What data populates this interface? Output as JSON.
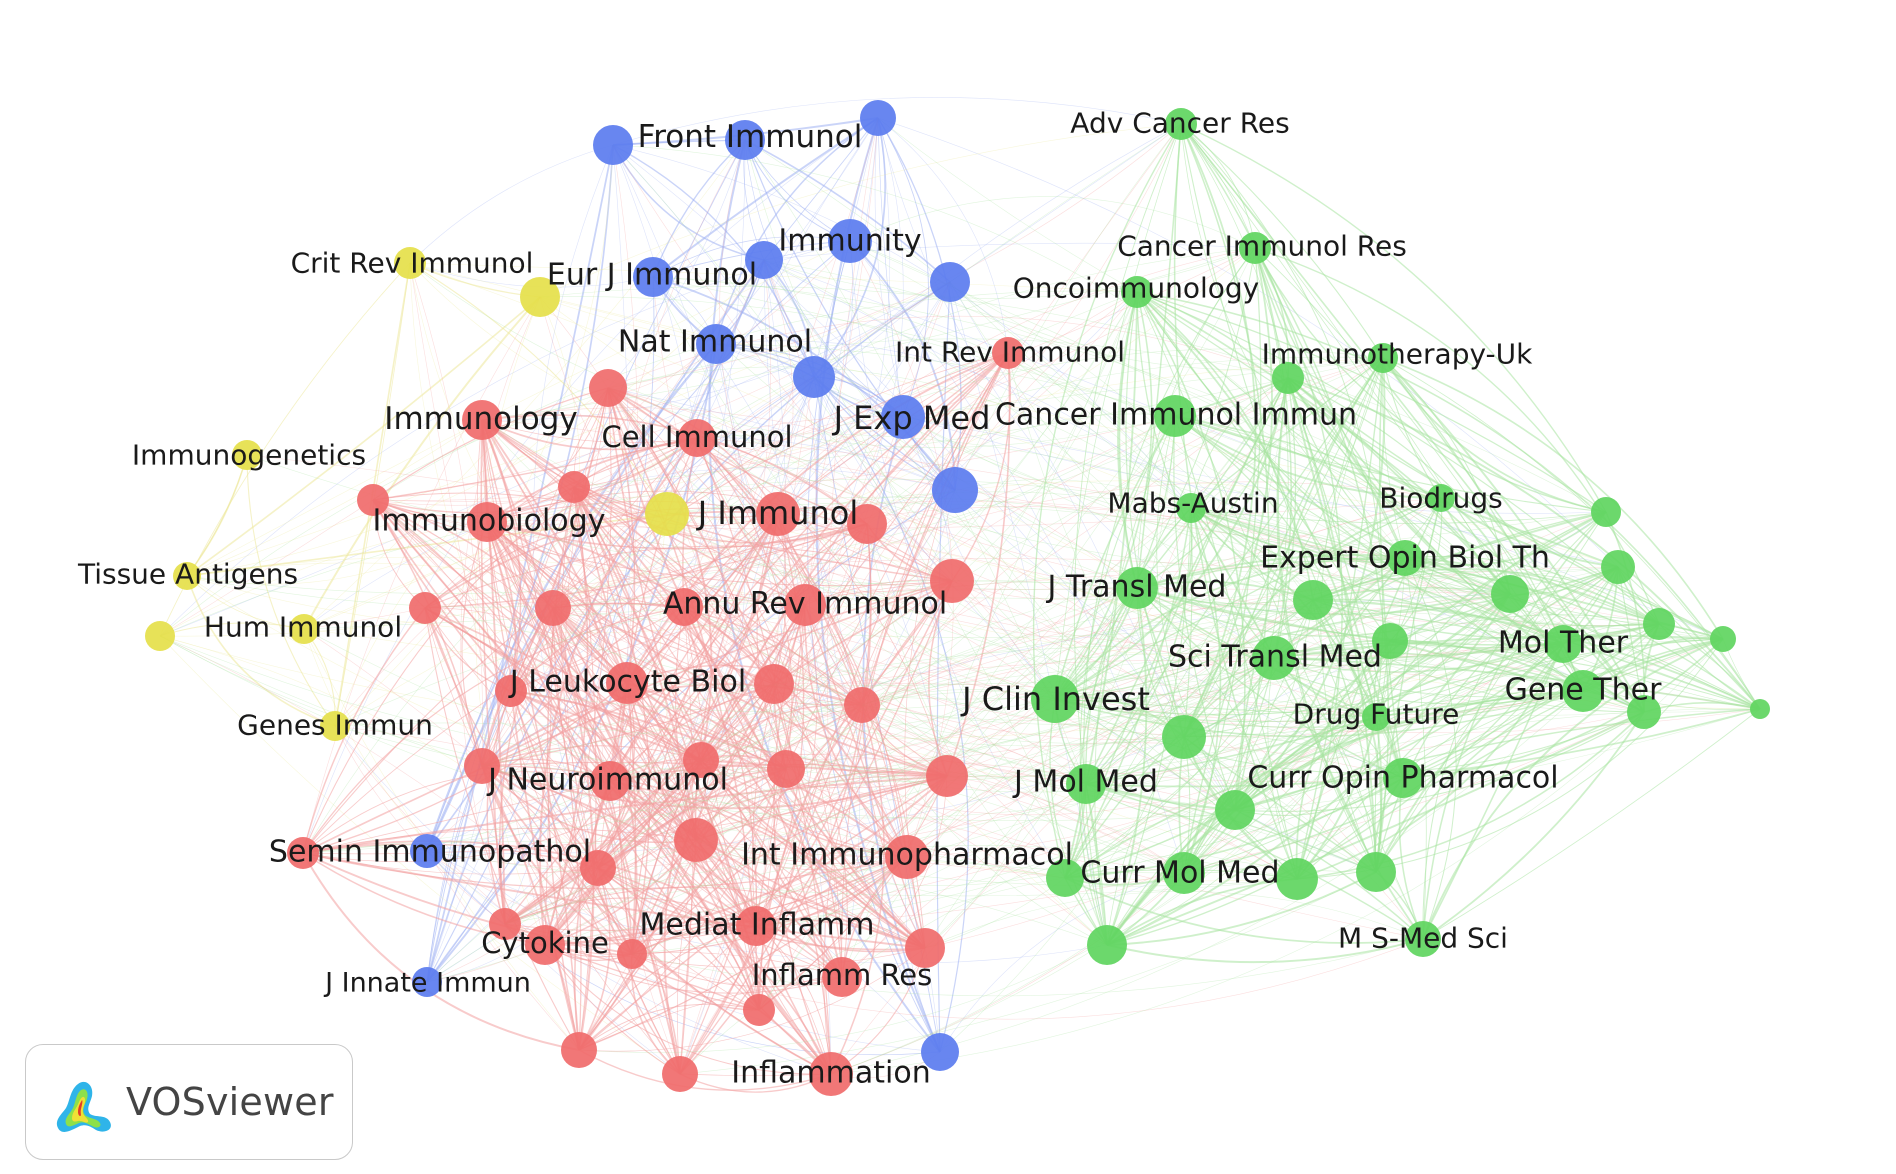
{
  "app": {
    "brand_name": "VOSviewer",
    "logo_icon": "vosviewer-logo-icon"
  },
  "colors": {
    "red": "#f06b6b",
    "green": "#5fd55f",
    "blue": "#5b7cef",
    "yellow": "#e5e04a",
    "edge_red": "#f3a0a0",
    "edge_green": "#a8e3a0",
    "edge_blue": "#9fb0f2",
    "edge_yellow": "#ece89a"
  },
  "nodes": [
    {
      "label": "Front Immunol",
      "cluster": "blue"
    },
    {
      "label": "Immunity",
      "cluster": "blue"
    },
    {
      "label": "Eur J Immunol",
      "cluster": "blue"
    },
    {
      "label": "Nat Immunol",
      "cluster": "blue"
    },
    {
      "label": "J Exp Med",
      "cluster": "blue"
    },
    {
      "label": "Semin Immunopathol",
      "cluster": "blue"
    },
    {
      "label": "J Innate Immun",
      "cluster": "blue"
    },
    {
      "label": "",
      "cluster": "blue"
    },
    {
      "label": "",
      "cluster": "blue"
    },
    {
      "label": "",
      "cluster": "blue"
    },
    {
      "label": "",
      "cluster": "blue"
    },
    {
      "label": "",
      "cluster": "blue"
    },
    {
      "label": "",
      "cluster": "blue"
    },
    {
      "label": "",
      "cluster": "blue"
    },
    {
      "label": "Crit Rev Immunol",
      "cluster": "yellow"
    },
    {
      "label": "Immunogenetics",
      "cluster": "yellow"
    },
    {
      "label": "Tissue Antigens",
      "cluster": "yellow"
    },
    {
      "label": "Hum Immunol",
      "cluster": "yellow"
    },
    {
      "label": "Genes Immun",
      "cluster": "yellow"
    },
    {
      "label": "",
      "cluster": "yellow"
    },
    {
      "label": "",
      "cluster": "yellow"
    },
    {
      "label": "",
      "cluster": "yellow"
    },
    {
      "label": "Int Rev Immunol",
      "cluster": "red"
    },
    {
      "label": "Immunology",
      "cluster": "red"
    },
    {
      "label": "Cell Immunol",
      "cluster": "red"
    },
    {
      "label": "J Immunol",
      "cluster": "red"
    },
    {
      "label": "Immunobiology",
      "cluster": "red"
    },
    {
      "label": "Annu Rev Immunol",
      "cluster": "red"
    },
    {
      "label": "J Leukocyte Biol",
      "cluster": "red"
    },
    {
      "label": "J Neuroimmunol",
      "cluster": "red"
    },
    {
      "label": "Int Immunopharmacol",
      "cluster": "red"
    },
    {
      "label": "Mediat Inflamm",
      "cluster": "red"
    },
    {
      "label": "Cytokine",
      "cluster": "red"
    },
    {
      "label": "Inflamm Res",
      "cluster": "red"
    },
    {
      "label": "Inflammation",
      "cluster": "red"
    },
    {
      "label": "",
      "cluster": "red"
    },
    {
      "label": "",
      "cluster": "red"
    },
    {
      "label": "",
      "cluster": "red"
    },
    {
      "label": "",
      "cluster": "red"
    },
    {
      "label": "",
      "cluster": "red"
    },
    {
      "label": "",
      "cluster": "red"
    },
    {
      "label": "",
      "cluster": "red"
    },
    {
      "label": "",
      "cluster": "red"
    },
    {
      "label": "",
      "cluster": "red"
    },
    {
      "label": "",
      "cluster": "red"
    },
    {
      "label": "",
      "cluster": "red"
    },
    {
      "label": "",
      "cluster": "red"
    },
    {
      "label": "",
      "cluster": "red"
    },
    {
      "label": "",
      "cluster": "red"
    },
    {
      "label": "",
      "cluster": "red"
    },
    {
      "label": "",
      "cluster": "red"
    },
    {
      "label": "",
      "cluster": "red"
    },
    {
      "label": "",
      "cluster": "red"
    },
    {
      "label": "",
      "cluster": "red"
    },
    {
      "label": "",
      "cluster": "red"
    },
    {
      "label": "",
      "cluster": "red"
    },
    {
      "label": "",
      "cluster": "red"
    },
    {
      "label": "",
      "cluster": "red"
    },
    {
      "label": "",
      "cluster": "red"
    },
    {
      "label": "Adv Cancer Res",
      "cluster": "green"
    },
    {
      "label": "Cancer Immunol Res",
      "cluster": "green"
    },
    {
      "label": "Oncoimmunology",
      "cluster": "green"
    },
    {
      "label": "Immunotherapy-Uk",
      "cluster": "green"
    },
    {
      "label": "Cancer Immunol Immun",
      "cluster": "green"
    },
    {
      "label": "Mabs-Austin",
      "cluster": "green"
    },
    {
      "label": "Biodrugs",
      "cluster": "green"
    },
    {
      "label": "Expert Opin Biol Th",
      "cluster": "green"
    },
    {
      "label": "J Transl Med",
      "cluster": "green"
    },
    {
      "label": "Sci Transl Med",
      "cluster": "green"
    },
    {
      "label": "Mol Ther",
      "cluster": "green"
    },
    {
      "label": "Gene Ther",
      "cluster": "green"
    },
    {
      "label": "J Clin Invest",
      "cluster": "green"
    },
    {
      "label": "Drug Future",
      "cluster": "green"
    },
    {
      "label": "J Mol Med",
      "cluster": "green"
    },
    {
      "label": "Curr Opin Pharmacol",
      "cluster": "green"
    },
    {
      "label": "Curr Mol Med",
      "cluster": "green"
    },
    {
      "label": "M S-Med Sci",
      "cluster": "green"
    },
    {
      "label": "",
      "cluster": "green"
    },
    {
      "label": "",
      "cluster": "green"
    },
    {
      "label": "",
      "cluster": "green"
    },
    {
      "label": "",
      "cluster": "green"
    },
    {
      "label": "",
      "cluster": "green"
    },
    {
      "label": "",
      "cluster": "green"
    },
    {
      "label": "",
      "cluster": "green"
    },
    {
      "label": "",
      "cluster": "green"
    },
    {
      "label": "",
      "cluster": "green"
    },
    {
      "label": "",
      "cluster": "green"
    },
    {
      "label": "",
      "cluster": "green"
    },
    {
      "label": "",
      "cluster": "green"
    },
    {
      "label": "",
      "cluster": "green"
    },
    {
      "label": "",
      "cluster": "green"
    },
    {
      "label": "",
      "cluster": "green"
    },
    {
      "label": "",
      "cluster": "green"
    }
  ]
}
